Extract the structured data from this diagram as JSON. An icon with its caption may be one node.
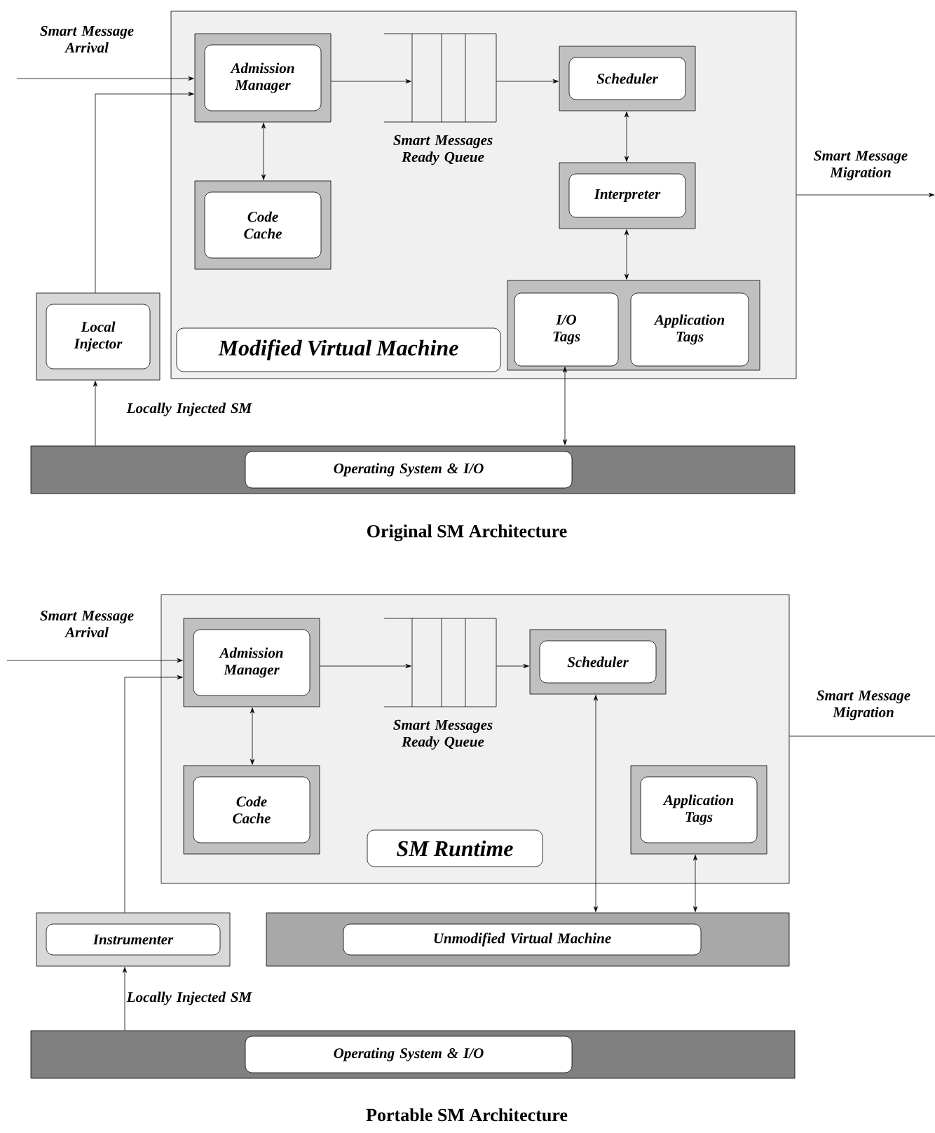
{
  "diagram": {
    "nodes": [
      {
        "text": [
          "Modified Virtual Machine"
        ]
      },
      {
        "text": [
          "Admission Manager"
        ],
        "in": 0
      },
      {
        "text": [],
        "shape": "queue",
        "beside": [
          "Smart Messages Ready Queue"
        ],
        "in": 0
      },
      {
        "text": [
          "Code Cache"
        ],
        "in": 0
      },
      {
        "text": [
          "Scheduler"
        ],
        "in": 0
      },
      {
        "text": [
          "Interpreter"
        ],
        "in": 0
      },
      {
        "text": [],
        "shape": "box",
        "in": 0
      },
      {
        "text": [
          "I/O Tags"
        ],
        "in": 6
      },
      {
        "text": [
          "Application Tags"
        ],
        "in": 6
      },
      {
        "text": [
          "Local Injector"
        ]
      },
      {
        "text": [
          "Operating System & I/O"
        ]
      },
      {
        "text": [
          "SM Runtime"
        ]
      },
      {
        "text": [
          "Admission Manager"
        ],
        "in": 11
      },
      {
        "text": [],
        "shape": "queue",
        "beside": [
          "Smart Messages Ready Queue"
        ],
        "in": 11
      },
      {
        "text": [
          "Code Cache"
        ],
        "in": 11
      },
      {
        "text": [
          "Scheduler"
        ],
        "in": 11
      },
      {
        "text": [
          "Application Tags"
        ],
        "in": 11
      },
      {
        "text": [
          "Instrumenter"
        ]
      },
      {
        "text": [
          "Unmodified Virtual Machine"
        ]
      },
      {
        "text": [
          "Operating System & I/O"
        ]
      }
    ],
    "edges": [
      {
        "from": null,
        "to": 1,
        "arrow": "to",
        "label": "Smart Message Arrival"
      },
      {
        "from": 9,
        "to": 1,
        "arrow": "to"
      },
      {
        "from": 1,
        "to": 2,
        "arrow": "to"
      },
      {
        "from": 2,
        "to": 4,
        "arrow": "to"
      },
      {
        "from": 1,
        "to": 3,
        "arrow": "both"
      },
      {
        "from": 4,
        "to": 5,
        "arrow": "both"
      },
      {
        "from": 5,
        "to": 6,
        "arrow": "both"
      },
      {
        "from": 7,
        "to": 10,
        "arrow": "both"
      },
      {
        "from": 10,
        "to": 9,
        "arrow": "to",
        "label": "Locally Injected SM"
      },
      {
        "from": 0,
        "to": null,
        "arrow": "to",
        "label": "Smart Message Migration"
      },
      {
        "from": null,
        "to": 12,
        "arrow": "to",
        "label": "Smart Message Arrival"
      },
      {
        "from": 17,
        "to": 12,
        "arrow": "to"
      },
      {
        "from": 12,
        "to": 13,
        "arrow": "to"
      },
      {
        "from": 13,
        "to": 15,
        "arrow": "to"
      },
      {
        "from": 12,
        "to": 14,
        "arrow": "both"
      },
      {
        "from": 15,
        "to": 18,
        "arrow": "both"
      },
      {
        "from": 16,
        "to": 18,
        "arrow": "both"
      },
      {
        "from": 19,
        "to": 17,
        "arrow": "to",
        "label": "Locally Injected SM"
      },
      {
        "from": 11,
        "to": null,
        "arrow": "none",
        "label": "Smart Message Migration"
      }
    ],
    "labels": [
      "Original SM Architecture",
      "Portable SM Architecture"
    ]
  }
}
